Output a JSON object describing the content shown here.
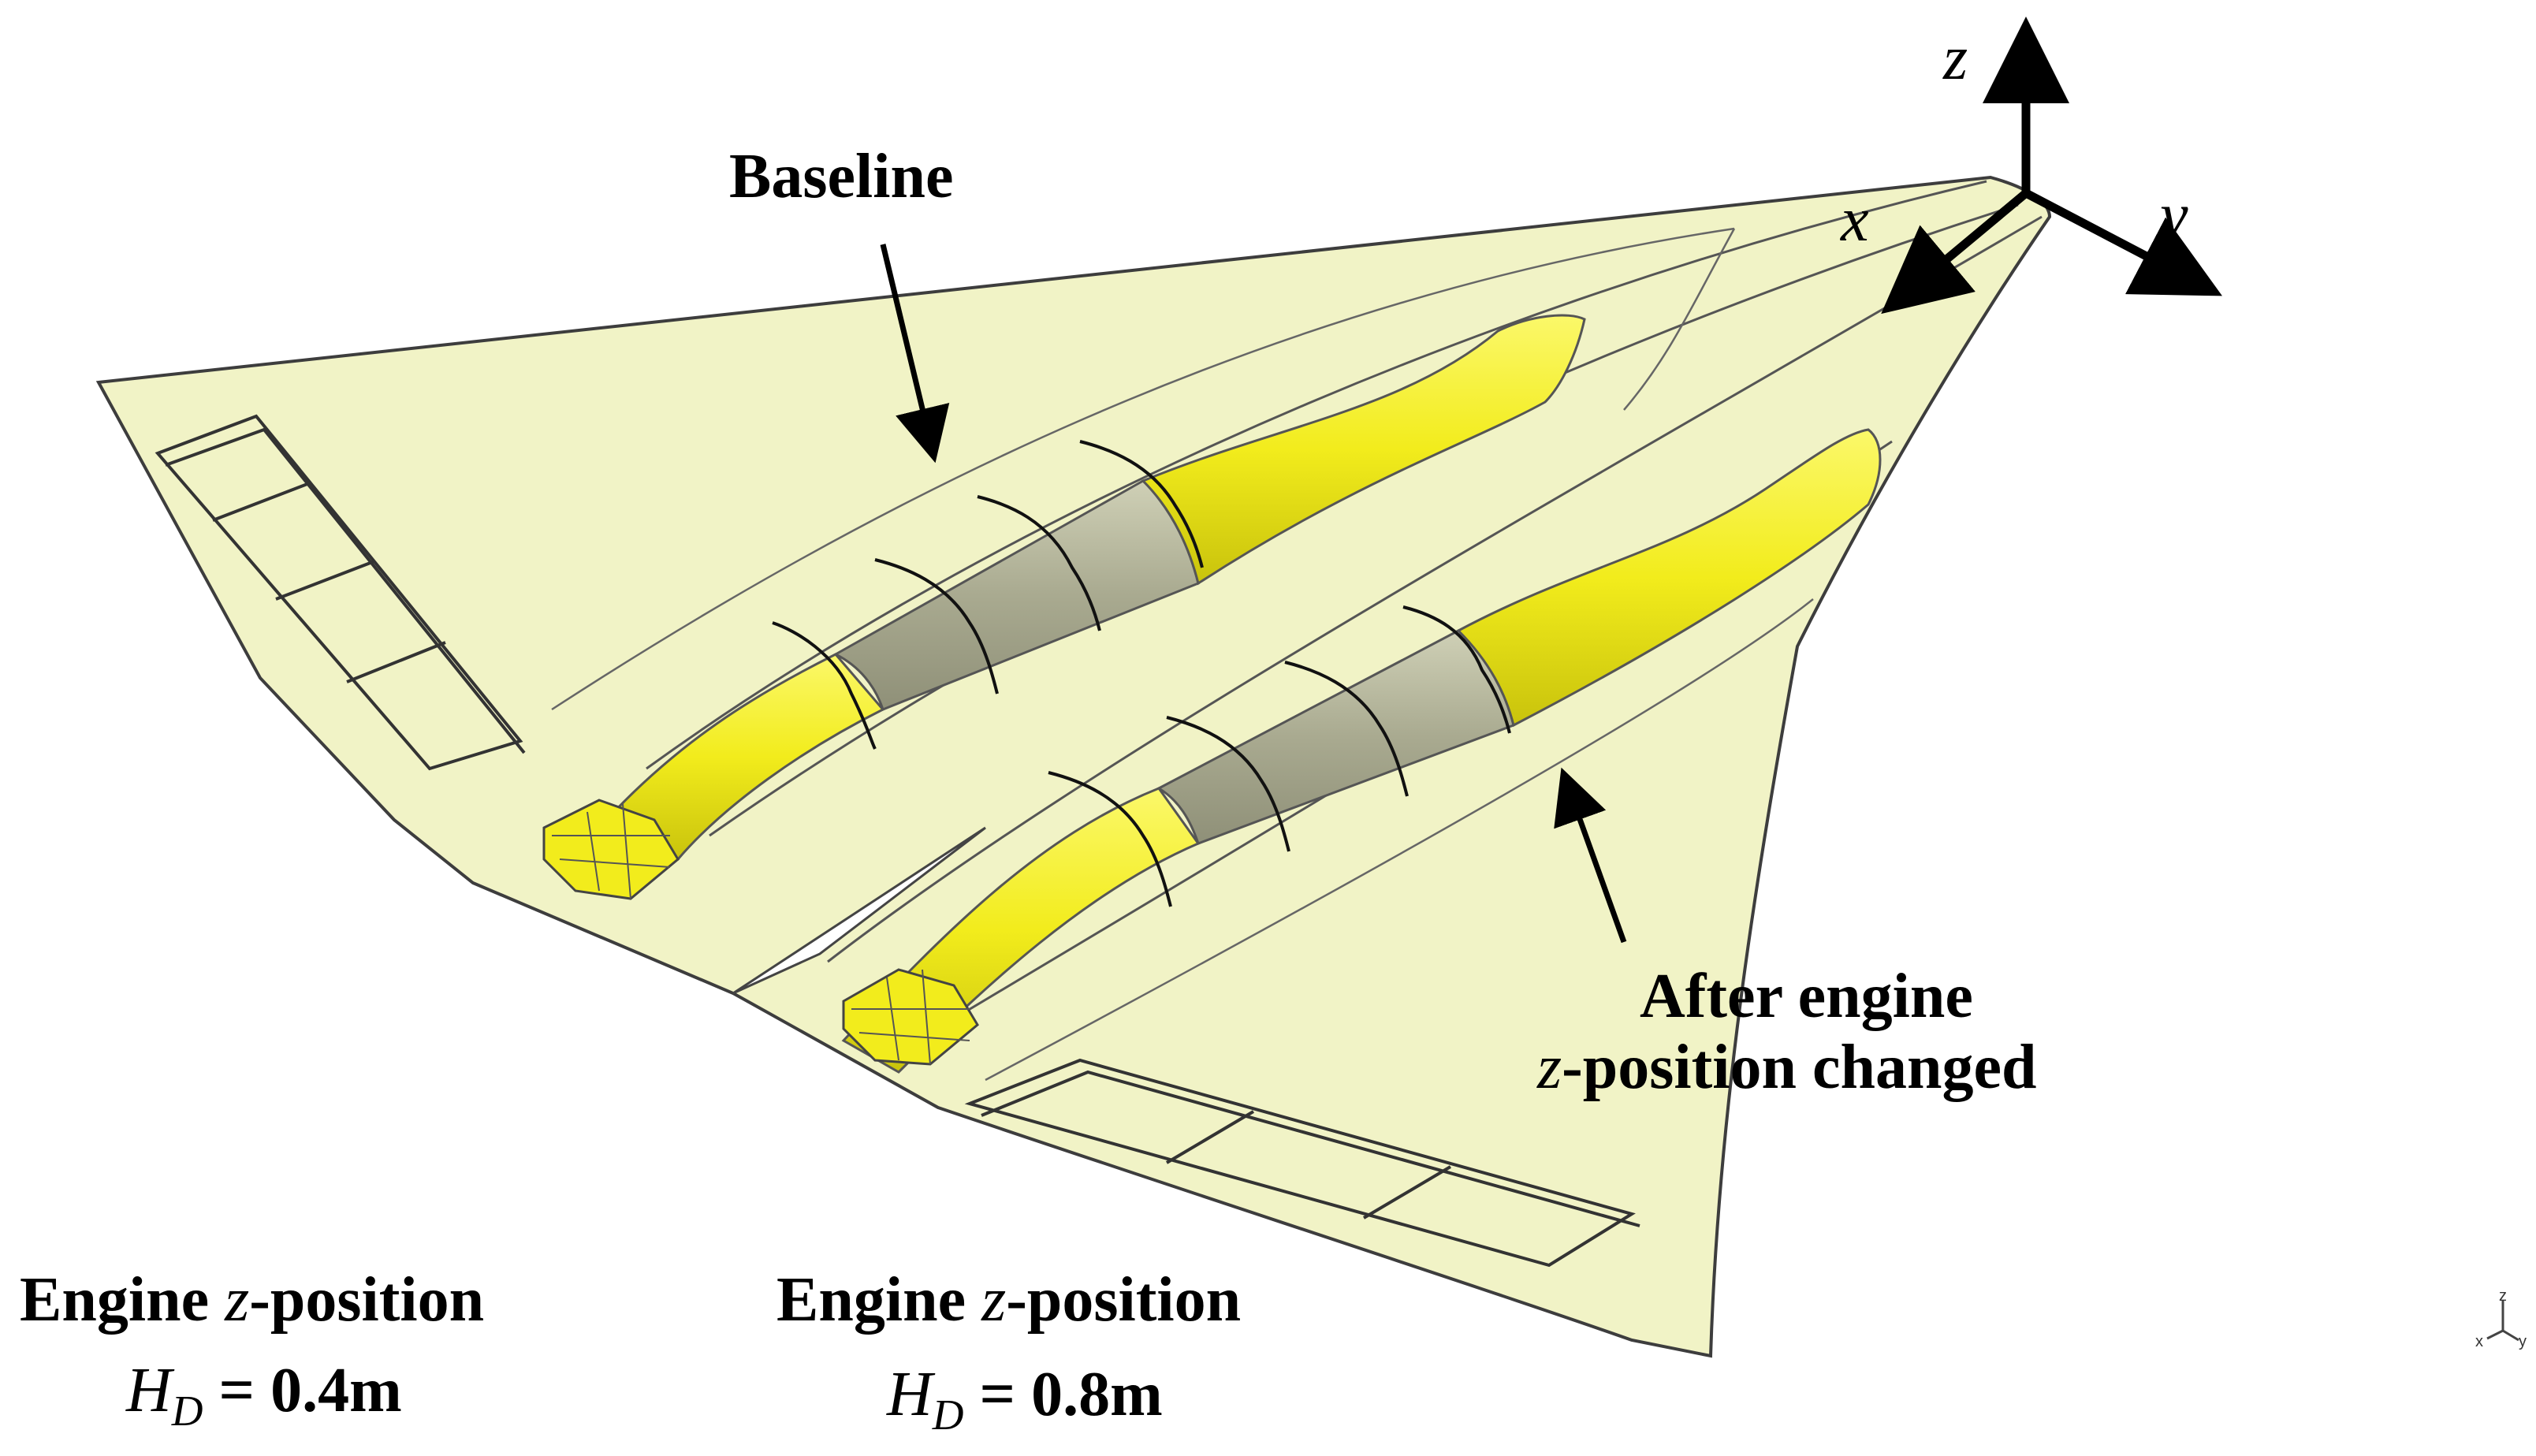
{
  "axes": {
    "z": "z",
    "x": "x",
    "y": "y"
  },
  "labels": {
    "baseline": "Baseline",
    "after_line1": "After engine",
    "after_line2_var": "z",
    "after_line2_rest": "-position changed",
    "left_line1_pre": "Engine ",
    "left_line1_var": "z",
    "left_line1_post": "-position",
    "left_line2_var": "H",
    "left_line2_sub": "D",
    "left_line2_rest": " = 0.4m",
    "right_line1_pre": "Engine ",
    "right_line1_var": "z",
    "right_line1_post": "-position",
    "right_line2_var": "H",
    "right_line2_sub": "D",
    "right_line2_rest": " = 0.8m"
  },
  "triad": {
    "z": "z",
    "x": "x",
    "y": "y"
  },
  "colors": {
    "body_fill": "#f1f3c4",
    "duct_yellow": "#f2ec1c",
    "engine_gray": "#b3b49a",
    "outline": "#222222"
  }
}
